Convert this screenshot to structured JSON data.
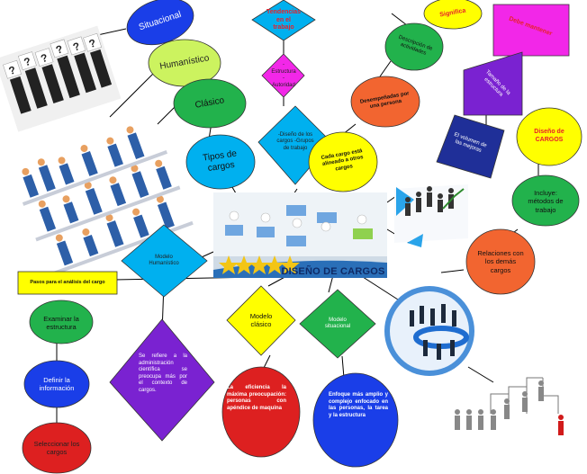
{
  "title": "DISEÑO DE CARGOS",
  "nodes": {
    "situacional": "Situacional",
    "humanistico": "Humanístico",
    "clasico": "Clásico",
    "tipos": "Tipos de cargos",
    "tendencias": "Tendencias en el trabajo",
    "estructura": "-Estructura -Autoridad",
    "diseno_grupos": "-Diseño de los cargos -Grupos de trabajo",
    "significa": "Significa",
    "descripcion": "Descripción de actividades",
    "desempenadas": "Desempeñadas por una persona",
    "cada_cargo": "Cada cargo está alineado a otros cargos",
    "debe_mantener": "Debe mantener",
    "tamano": "Tamaño de la estructura",
    "volumen": "El volumen de las mejoras",
    "diseno_cargos_node": "Diseño de CARGOS",
    "incluye": "Incluye: métodos de trabajo",
    "relaciones": "Relaciones con los demás cargos",
    "modelo_humanistico": "Modelo Humanístico",
    "pasos": "Pasos para el análisis del cargo",
    "examinar": "Examinar la estructura",
    "definir": "Definir la información",
    "seleccionar": "Seleccionar los cargos",
    "se_refiere": "Se refiere a la administración científica se preocupa más por el contexto de cargos.",
    "modelo_clasico": "Modelo clásico",
    "eficiencia": "La eficiencia la máxima preocupación: personas con apéndice de maquina",
    "modelo_situacional": "Modelo situacional",
    "enfoque": "Enfoque más amplio y complejo enfocado en las personas, la tarea y la estructura"
  },
  "colors": {
    "blue": "#1a3ee8",
    "lime": "#ccf35f",
    "green": "#22b24c",
    "cyan": "#00b0ef",
    "magenta": "#f227e8",
    "yellow": "#ffff00",
    "orange": "#f26530",
    "purple": "#7a22d1",
    "red": "#dd2020",
    "navy": "#1f2f98"
  }
}
